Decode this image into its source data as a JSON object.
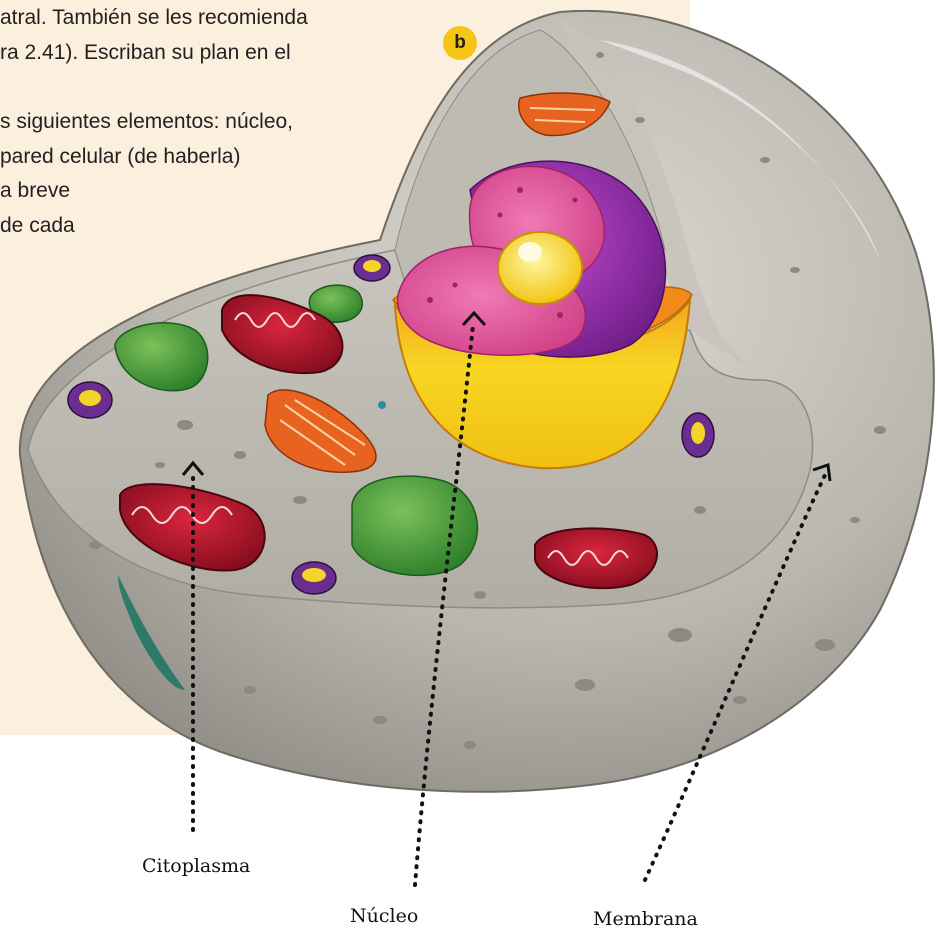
{
  "intro_text": {
    "line1": "atral. También se les recomienda",
    "line2": "ra 2.41). Escriban su plan en el",
    "line3": "s siguientes elementos: núcleo,",
    "line4": "pared celular (de haberla)",
    "line5": "a breve",
    "line6": "de cada"
  },
  "figure_badge": "b",
  "labels": {
    "cytoplasm": "Citoplasma",
    "nucleus": "Núcleo",
    "membrane": "Membrana"
  },
  "colors": {
    "background_panel": "#fbefdd",
    "badge": "#f5c518",
    "cell_gray": "#b9b6ae",
    "nucleus_purple": "#8a2a9e",
    "nucleus_pink": "#e0559a",
    "nucleolus_yellow": "#f7d21c",
    "mitochondria_red": "#b3122a",
    "vacuole_green": "#3f9a35",
    "golgi_orange": "#e8631f"
  }
}
